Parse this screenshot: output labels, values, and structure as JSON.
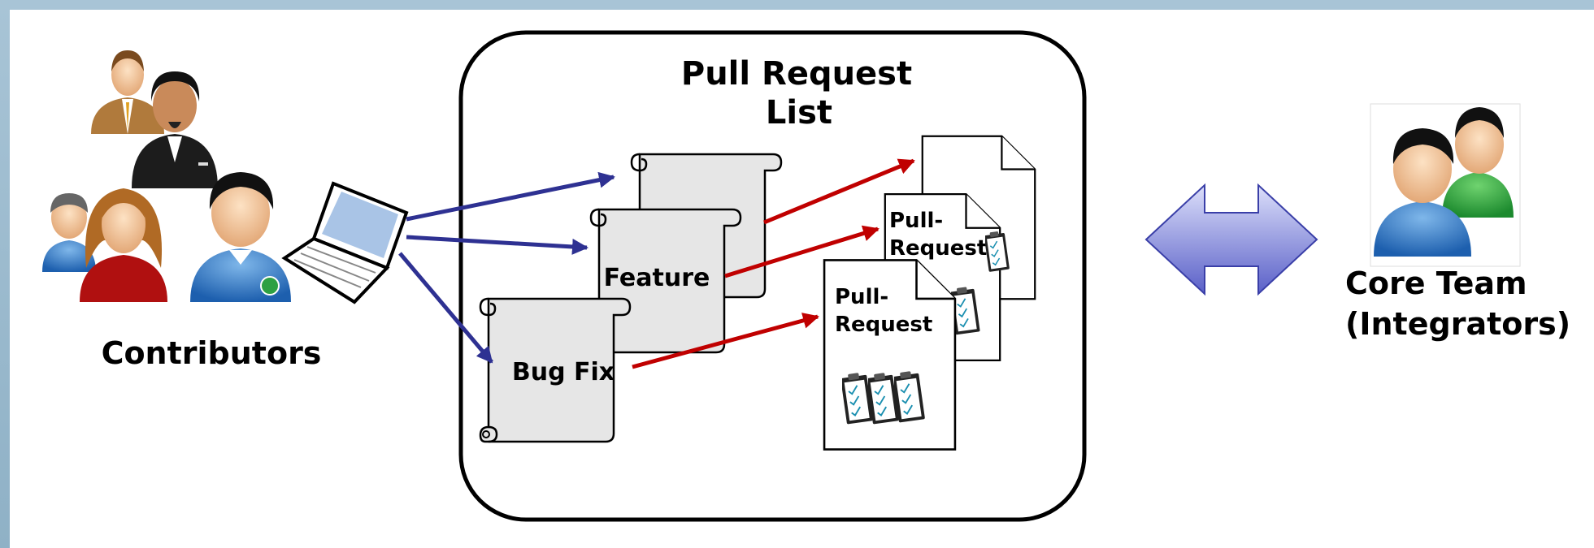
{
  "labels": {
    "contributors": "Contributors",
    "pr_list_line1": "Pull Request",
    "pr_list_line2": "List",
    "feature": "Feature",
    "bug_fix": "Bug Fix",
    "pull_request_line1": "Pull-",
    "pull_request_line2": "Request",
    "core_team_line1": "Core Team",
    "core_team_line2": "(Integrators)"
  },
  "colors": {
    "contributor_arrow": "#2e3192",
    "pull_request_arrow": "#c00000",
    "exchange_arrow_light": "#c9ccf2",
    "exchange_arrow_dark": "#5a60c8"
  }
}
